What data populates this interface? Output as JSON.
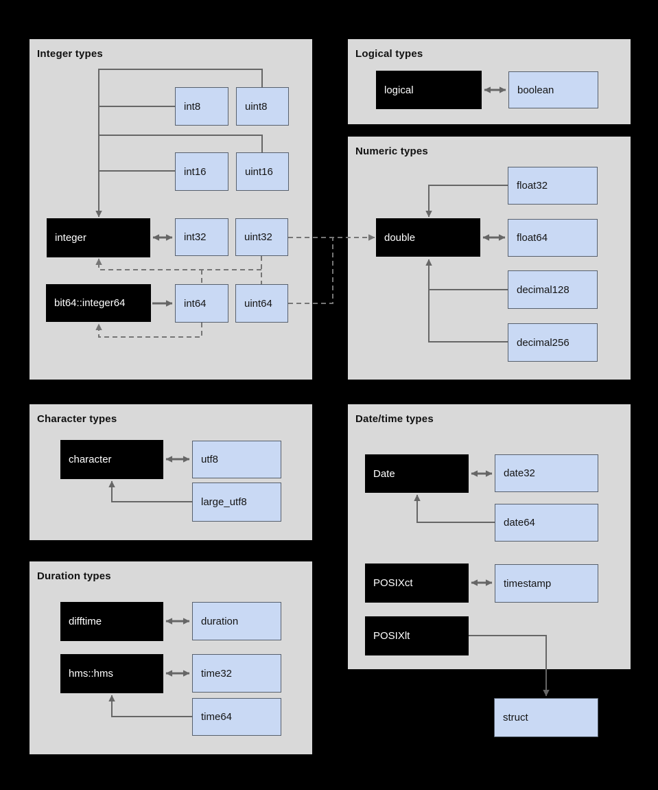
{
  "colors": {
    "background": "#000000",
    "panel_bg": "#d9d9d9",
    "r_type_bg": "#000000",
    "r_type_text": "#ffffff",
    "arrow_type_bg": "#c9d9f4",
    "arrow_type_border": "#565f6c",
    "title_text": "#111111",
    "connector": "#666666",
    "connector_dashed": "#757575"
  },
  "panels": {
    "integer": {
      "title": "Integer types"
    },
    "logical": {
      "title": "Logical types"
    },
    "numeric": {
      "title": "Numeric types"
    },
    "character": {
      "title": "Character types"
    },
    "duration": {
      "title": "Duration types"
    },
    "datetime": {
      "title": "Date/time types"
    }
  },
  "nodes": {
    "int8": {
      "label": "int8",
      "kind": "arrow"
    },
    "uint8": {
      "label": "uint8",
      "kind": "arrow"
    },
    "int16": {
      "label": "int16",
      "kind": "arrow"
    },
    "uint16": {
      "label": "uint16",
      "kind": "arrow"
    },
    "integer": {
      "label": "integer",
      "kind": "r"
    },
    "int32": {
      "label": "int32",
      "kind": "arrow"
    },
    "uint32": {
      "label": "uint32",
      "kind": "arrow"
    },
    "bit64_integer64": {
      "label": "bit64::integer64",
      "kind": "r"
    },
    "int64": {
      "label": "int64",
      "kind": "arrow"
    },
    "uint64": {
      "label": "uint64",
      "kind": "arrow"
    },
    "logical": {
      "label": "logical",
      "kind": "r"
    },
    "boolean": {
      "label": "boolean",
      "kind": "arrow"
    },
    "double": {
      "label": "double",
      "kind": "r"
    },
    "float32": {
      "label": "float32",
      "kind": "arrow"
    },
    "float64": {
      "label": "float64",
      "kind": "arrow"
    },
    "decimal128": {
      "label": "decimal128",
      "kind": "arrow"
    },
    "decimal256": {
      "label": "decimal256",
      "kind": "arrow"
    },
    "character": {
      "label": "character",
      "kind": "r"
    },
    "utf8": {
      "label": "utf8",
      "kind": "arrow"
    },
    "large_utf8": {
      "label": "large_utf8",
      "kind": "arrow"
    },
    "difftime": {
      "label": "difftime",
      "kind": "r"
    },
    "duration": {
      "label": "duration",
      "kind": "arrow"
    },
    "hms_hms": {
      "label": "hms::hms",
      "kind": "r"
    },
    "time32": {
      "label": "time32",
      "kind": "arrow"
    },
    "time64": {
      "label": "time64",
      "kind": "arrow"
    },
    "date": {
      "label": "Date",
      "kind": "r"
    },
    "date32": {
      "label": "date32",
      "kind": "arrow"
    },
    "date64": {
      "label": "date64",
      "kind": "arrow"
    },
    "posixct": {
      "label": "POSIXct",
      "kind": "r"
    },
    "timestamp": {
      "label": "timestamp",
      "kind": "arrow"
    },
    "posixlt": {
      "label": "POSIXlt",
      "kind": "r"
    },
    "struct": {
      "label": "struct",
      "kind": "arrow"
    }
  },
  "edges": [
    {
      "from": "int8",
      "to": "integer",
      "style": "solid",
      "direction": "to-r"
    },
    {
      "from": "uint8",
      "to": "integer",
      "style": "solid",
      "direction": "to-r"
    },
    {
      "from": "int16",
      "to": "integer",
      "style": "solid",
      "direction": "to-r"
    },
    {
      "from": "uint16",
      "to": "integer",
      "style": "solid",
      "direction": "to-r"
    },
    {
      "from": "integer",
      "to": "int32",
      "style": "solid",
      "direction": "both"
    },
    {
      "from": "bit64_integer64",
      "to": "int64",
      "style": "solid",
      "direction": "to-arrow"
    },
    {
      "from": "uint32",
      "to": "integer",
      "style": "dashed",
      "direction": "to-r"
    },
    {
      "from": "int64",
      "to": "integer",
      "style": "dashed",
      "direction": "to-r"
    },
    {
      "from": "uint64",
      "to": "integer",
      "style": "dashed",
      "direction": "to-r"
    },
    {
      "from": "int64",
      "to": "bit64_integer64",
      "style": "dashed",
      "direction": "to-r"
    },
    {
      "from": "uint32",
      "to": "double",
      "style": "dashed",
      "direction": "to-r"
    },
    {
      "from": "uint64",
      "to": "double",
      "style": "dashed",
      "direction": "to-r"
    },
    {
      "from": "logical",
      "to": "boolean",
      "style": "solid",
      "direction": "both"
    },
    {
      "from": "float32",
      "to": "double",
      "style": "solid",
      "direction": "to-r"
    },
    {
      "from": "double",
      "to": "float64",
      "style": "solid",
      "direction": "both"
    },
    {
      "from": "decimal128",
      "to": "double",
      "style": "solid",
      "direction": "to-r"
    },
    {
      "from": "decimal256",
      "to": "double",
      "style": "solid",
      "direction": "to-r"
    },
    {
      "from": "character",
      "to": "utf8",
      "style": "solid",
      "direction": "both"
    },
    {
      "from": "large_utf8",
      "to": "character",
      "style": "solid",
      "direction": "to-r"
    },
    {
      "from": "difftime",
      "to": "duration",
      "style": "solid",
      "direction": "both"
    },
    {
      "from": "hms_hms",
      "to": "time32",
      "style": "solid",
      "direction": "both"
    },
    {
      "from": "time64",
      "to": "hms_hms",
      "style": "solid",
      "direction": "to-r"
    },
    {
      "from": "date",
      "to": "date32",
      "style": "solid",
      "direction": "both"
    },
    {
      "from": "date64",
      "to": "date",
      "style": "solid",
      "direction": "to-r"
    },
    {
      "from": "posixct",
      "to": "timestamp",
      "style": "solid",
      "direction": "both"
    },
    {
      "from": "posixlt",
      "to": "struct",
      "style": "solid",
      "direction": "to-arrow"
    }
  ]
}
